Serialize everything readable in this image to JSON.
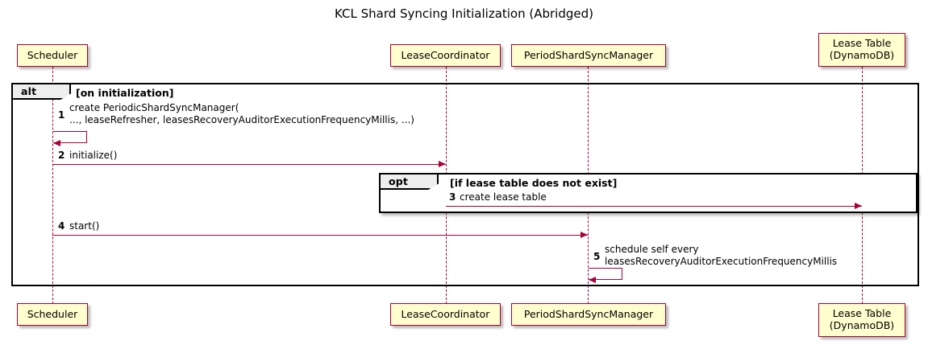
{
  "diagram": {
    "title": "KCL Shard Syncing Initialization (Abridged)",
    "type": "uml-sequence-diagram",
    "colors": {
      "participant_fill": "#FEFECE",
      "participant_border": "#A80036",
      "arrow": "#A80036",
      "frame_border": "#000000",
      "frame_tab_fill": "#EEEEEE",
      "background": "#FFFFFF"
    }
  },
  "participants": [
    {
      "id": "scheduler",
      "label": "Scheduler"
    },
    {
      "id": "lease-coordinator",
      "label": "LeaseCoordinator"
    },
    {
      "id": "period-shard-sync-manager",
      "label": "PeriodShardSyncManager"
    },
    {
      "id": "lease-table",
      "label": "Lease Table\n(DynamoDB)"
    }
  ],
  "fragments": [
    {
      "id": "alt",
      "operator": "alt",
      "guard": "[on initialization]"
    },
    {
      "id": "opt",
      "operator": "opt",
      "guard": "[if lease table does not exist]"
    }
  ],
  "messages": [
    {
      "number": "1",
      "from": "scheduler",
      "to": "scheduler",
      "kind": "self",
      "text": "create PeriodicShardSyncManager(\n   ..., leaseRefresher, leasesRecoveryAuditorExecutionFrequencyMillis, ...)"
    },
    {
      "number": "2",
      "from": "scheduler",
      "to": "lease-coordinator",
      "kind": "sync",
      "text": "initialize()"
    },
    {
      "number": "3",
      "from": "lease-coordinator",
      "to": "lease-table",
      "kind": "sync",
      "text": "create lease table"
    },
    {
      "number": "4",
      "from": "scheduler",
      "to": "period-shard-sync-manager",
      "kind": "sync",
      "text": "start()"
    },
    {
      "number": "5",
      "from": "period-shard-sync-manager",
      "to": "period-shard-sync-manager",
      "kind": "self",
      "text": "schedule self every\n   leasesRecoveryAuditorExecutionFrequencyMillis"
    }
  ]
}
